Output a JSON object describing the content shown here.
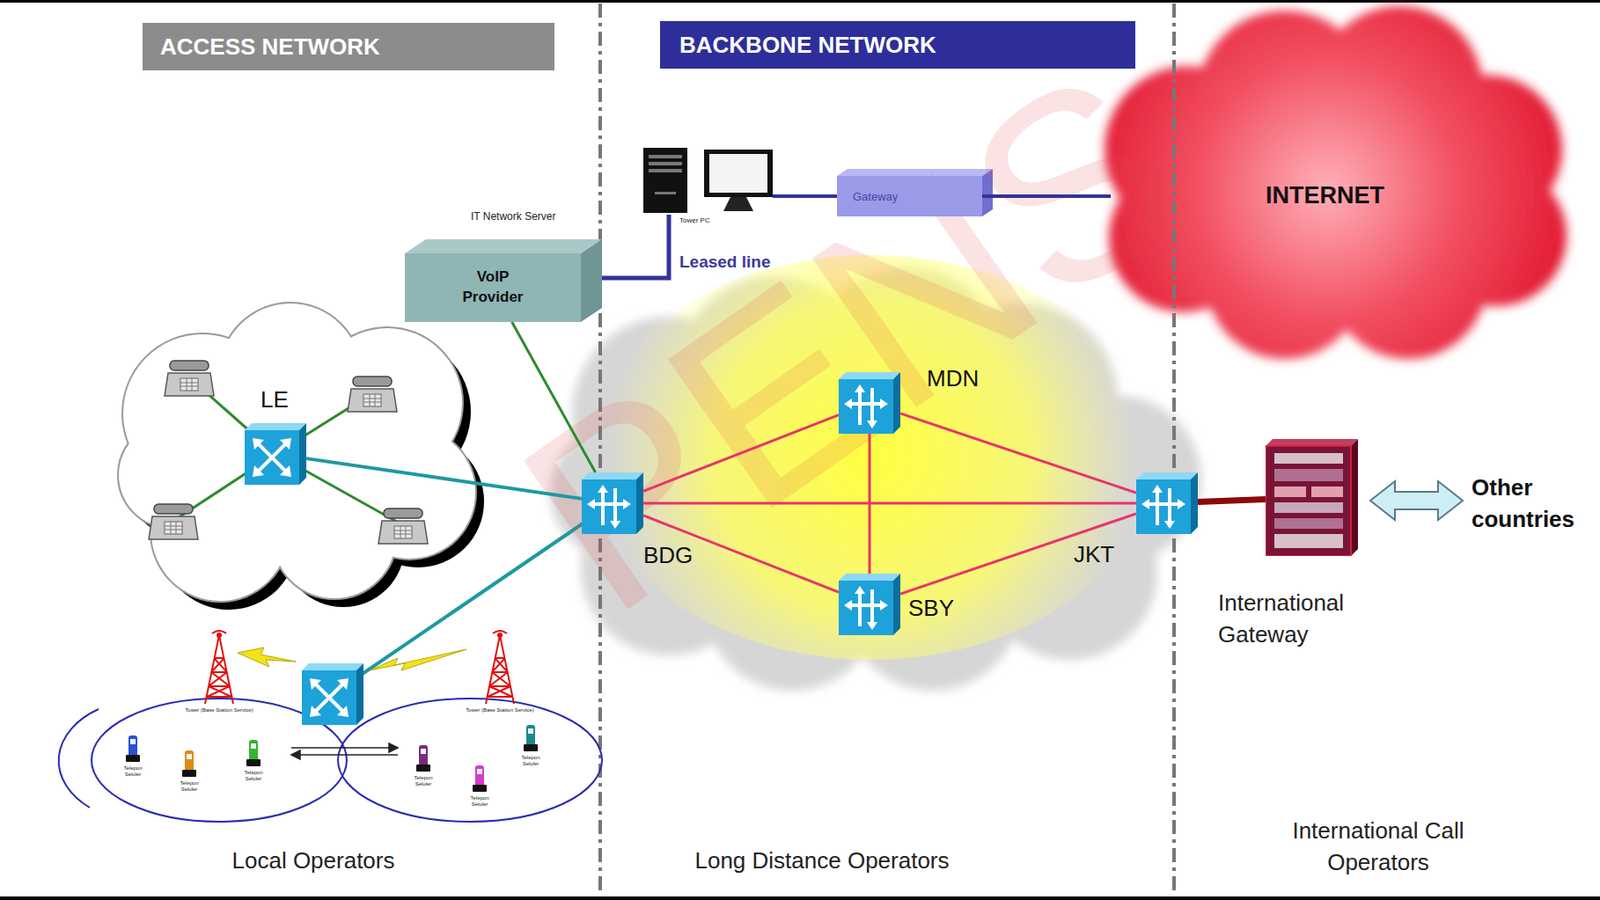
{
  "diagram": {
    "nodes": [
      {
        "text": [
          "ACCESS NETWORK"
        ]
      },
      {
        "text": [
          "BACKBONE NETWORK"
        ]
      },
      {
        "text": [
          "Gateway"
        ]
      },
      {
        "text": [
          "INTERNET"
        ]
      },
      {
        "text": [
          "VoIP Provider"
        ]
      },
      {
        "text": [
          "LE"
        ]
      },
      {
        "text": [
          "MDN"
        ]
      },
      {
        "text": [
          "BDG"
        ]
      },
      {
        "text": [
          "JKT"
        ]
      },
      {
        "text": [
          "International Gateway"
        ]
      },
      {
        "text": [
          "Other countries"
        ]
      },
      {
        "text": [
          "SBY"
        ]
      }
    ],
    "edges": [
      {
        "from": 4,
        "to": 7,
        "arrow": "none"
      },
      {
        "from": 2,
        "to": 3,
        "arrow": "none"
      },
      {
        "from": 5,
        "to": 7,
        "arrow": "none"
      },
      {
        "from": 7,
        "to": 6,
        "arrow": "none"
      },
      {
        "from": 7,
        "to": 11,
        "arrow": "none"
      },
      {
        "from": 7,
        "to": 8,
        "arrow": "none"
      },
      {
        "from": 6,
        "to": 11,
        "arrow": "none"
      },
      {
        "from": 6,
        "to": 8,
        "arrow": "none"
      },
      {
        "from": 11,
        "to": 8,
        "arrow": "none"
      },
      {
        "from": 8,
        "to": 9,
        "arrow": "none"
      },
      {
        "from": 9,
        "to": 10,
        "arrow": "both"
      }
    ],
    "labels": [
      "IT Network Server",
      "Tower PC",
      "Leased line",
      "Tower (Base Station Service)",
      "Tower (Base Station Service)",
      "Telepon Seluler",
      "Telepon Seluler",
      "Telepon Seluler",
      "Telepon Seluler",
      "Telepon Seluler",
      "Telepon Seluler",
      "Local Operators",
      "Long Distance Operators",
      "International Call Operators",
      "PENS"
    ]
  }
}
